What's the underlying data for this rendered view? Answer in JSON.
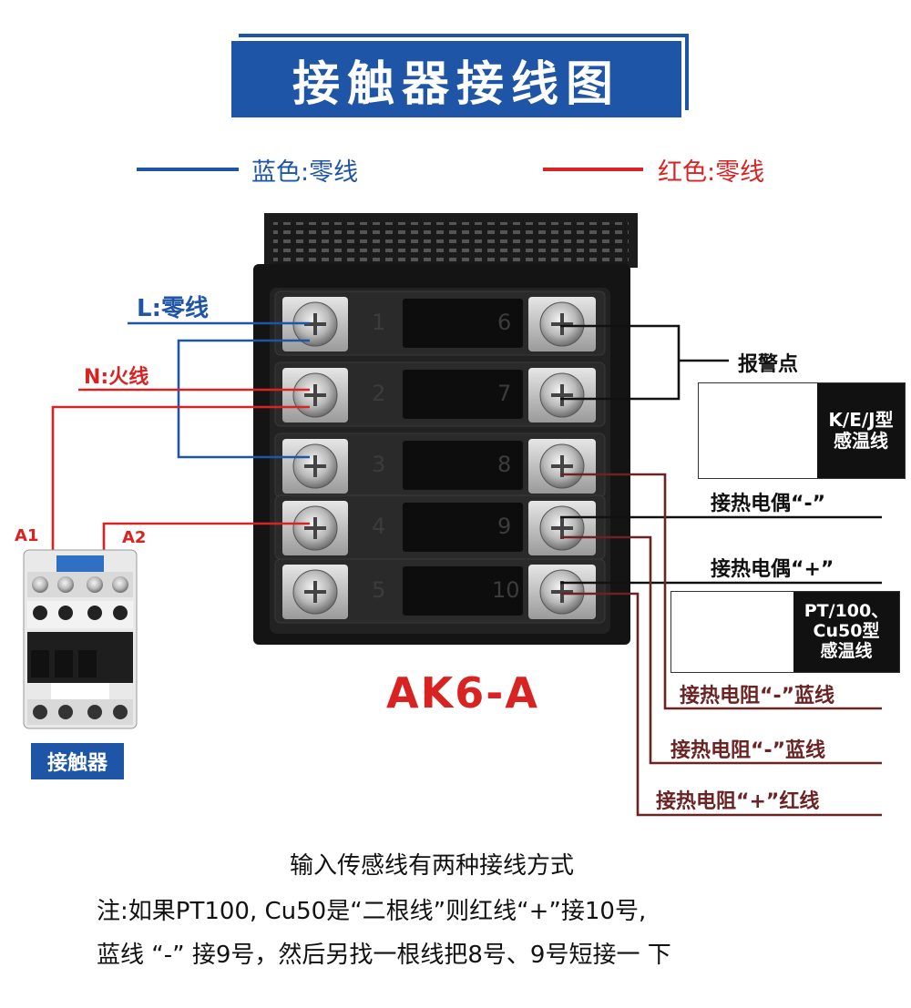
{
  "title": "接触器接线图",
  "legend": {
    "blue": "蓝色:零线",
    "red": "红色:零线"
  },
  "labels": {
    "l_line": "L:零线",
    "n_line": "N:火线",
    "a1": "A1",
    "a2": "A2"
  },
  "terminals_left": [
    "1",
    "2",
    "3",
    "4",
    "5"
  ],
  "terminals_right": [
    "6",
    "7",
    "8",
    "9",
    "10"
  ],
  "alarm": "报警点",
  "thermocouple_sensor": "K/E/J型\n感温线",
  "tc_minus": "接热电偶“-”",
  "tc_plus": "接热电偶“+”",
  "rtd_sensor": "PT/100、\nCu50型\n感温线",
  "rtd": [
    "接热电阻“-”蓝线",
    "接热电阻“-”蓝线",
    "接热电阻“+”红线"
  ],
  "model": "AK6-A",
  "contactor": "接触器",
  "notes": [
    "输入传感线有两种接线方式",
    "注:如果PT100, Cu50是“二根线”则红线“+”接10号,",
    "蓝线 “-” 接9号，然后另找一根线把8号、9号短接一 下"
  ],
  "colors": {
    "blue": "#1f55a6",
    "red": "#d92323",
    "brown": "#6b2323"
  }
}
